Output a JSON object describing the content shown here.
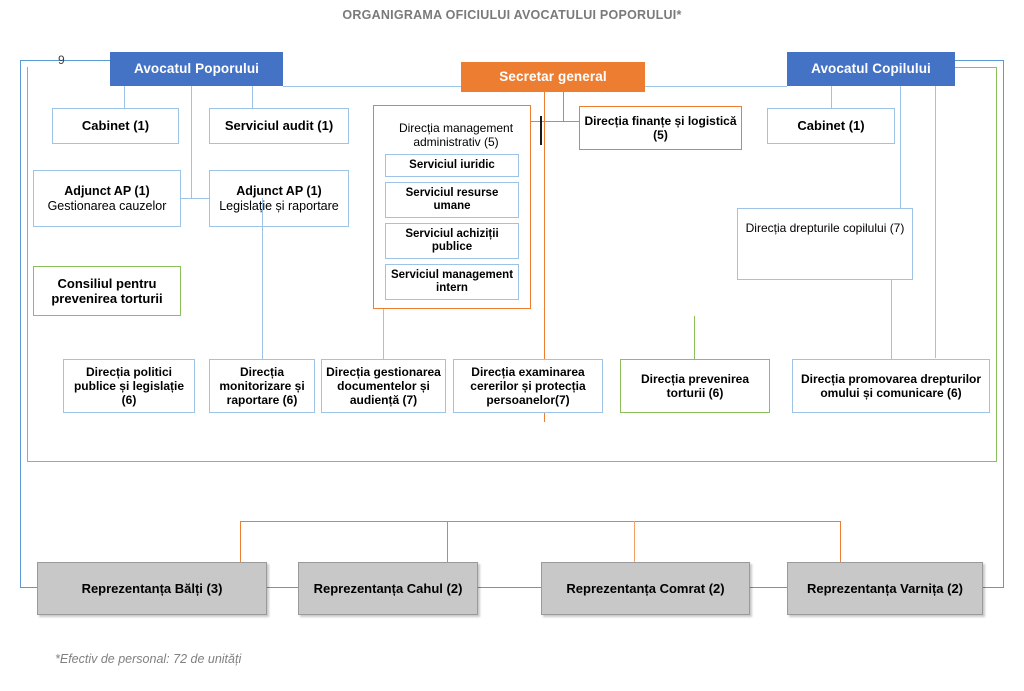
{
  "title": "ORGANIGRAMA OFICIULUI AVOCATULUI POPORULUI*",
  "footnote": "*Efectiv de personal: 72 de unități",
  "stray_label": "9",
  "colors": {
    "header_blue": "#4472C4",
    "header_orange": "#ED7D31",
    "box_blue_border": "#9DC3E6",
    "box_orange_border": "#ED7D31",
    "box_green_border": "#8BBF5B",
    "gray_box": "#C8C8C8",
    "title_gray": "#7A7A7A"
  },
  "headers": {
    "ombudsman": "Avocatul Poporului",
    "secretary_general": "Secretar general",
    "child_ombudsman": "Avocatul Copilului"
  },
  "left_column": {
    "cabinet": "Cabinet (1)",
    "audit": "Serviciul audit (1)",
    "deputy_cases_title": "Adjunct AP (1)",
    "deputy_cases_sub": "Gestionarea cauzelor",
    "deputy_legis_title": "Adjunct AP (1)",
    "deputy_legis_sub": "Legislație și raportare",
    "council": "Consiliul pentru prevenirea torturii"
  },
  "center_column": {
    "admin_direction": "Direcția management administrativ (5)",
    "services": [
      "Serviciul iuridic",
      "Serviciul resurse umane",
      "Serviciul achiziții publice",
      "Serviciul management intern"
    ],
    "finance": "Direcția finanțe și logistică (5)"
  },
  "right_column": {
    "cabinet": "Cabinet (1)",
    "child_rights": "Direcția drepturile copilului (7)"
  },
  "directions_row": [
    "Direcția politici publice și legislație (6)",
    "Direcția monitorizare și raportare (6)",
    "Direcția gestionarea documentelor și audiență (7)",
    "Direcția examinarea cererilor și protecția persoanelor(7)",
    "Direcția prevenirea torturii (6)",
    "Direcția promovarea drepturilor omului și comunicare (6)"
  ],
  "representatives": [
    "Reprezentanța Bălți (3)",
    "Reprezentanța Cahul (2)",
    "Reprezentanța Comrat (2)",
    "Reprezentanța Varnița (2)"
  ]
}
